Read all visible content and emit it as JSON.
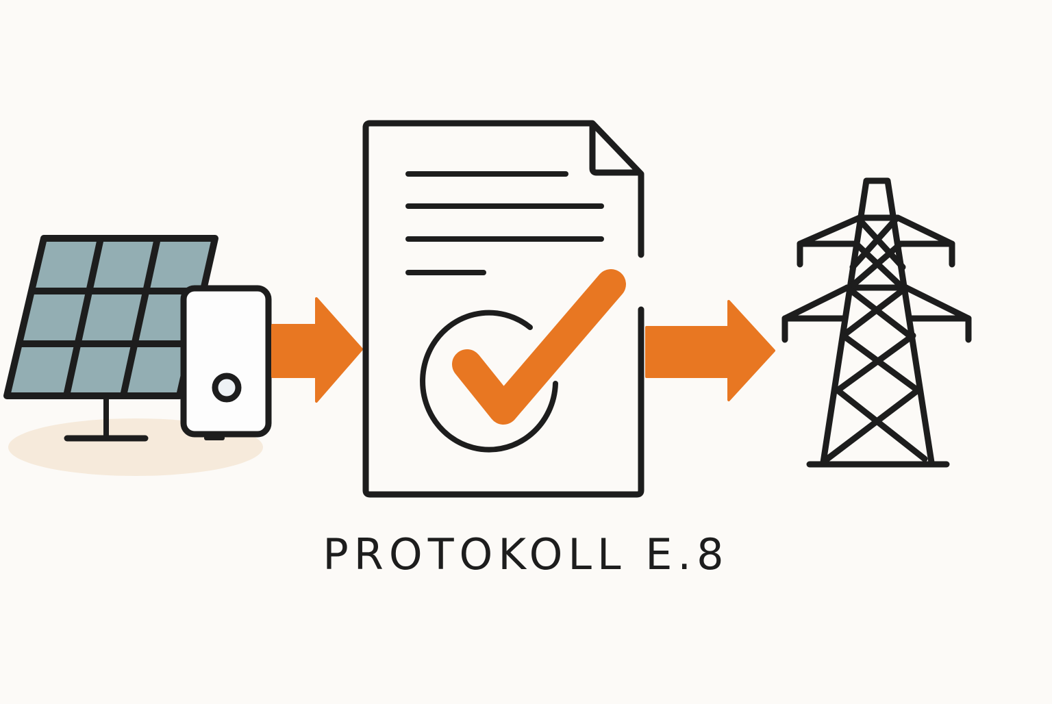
{
  "diagram": {
    "caption": "PROTOKOLL E.8",
    "nodes": [
      {
        "id": "solar",
        "label": "solar panel with inverter",
        "icon": "solar-panel-icon"
      },
      {
        "id": "protocol",
        "label": "document with checkmark",
        "icon": "document-check-icon"
      },
      {
        "id": "grid",
        "label": "power transmission tower",
        "icon": "power-tower-icon"
      }
    ],
    "edges": [
      {
        "from": "solar",
        "to": "protocol",
        "icon": "arrow-right-icon"
      },
      {
        "from": "protocol",
        "to": "grid",
        "icon": "arrow-right-icon"
      }
    ],
    "colors": {
      "background": "#fcfaf7",
      "stroke": "#1d1d1d",
      "accent": "#e87722",
      "panel_cell": "#93aeb3",
      "shadow": "#f6eadb"
    }
  }
}
